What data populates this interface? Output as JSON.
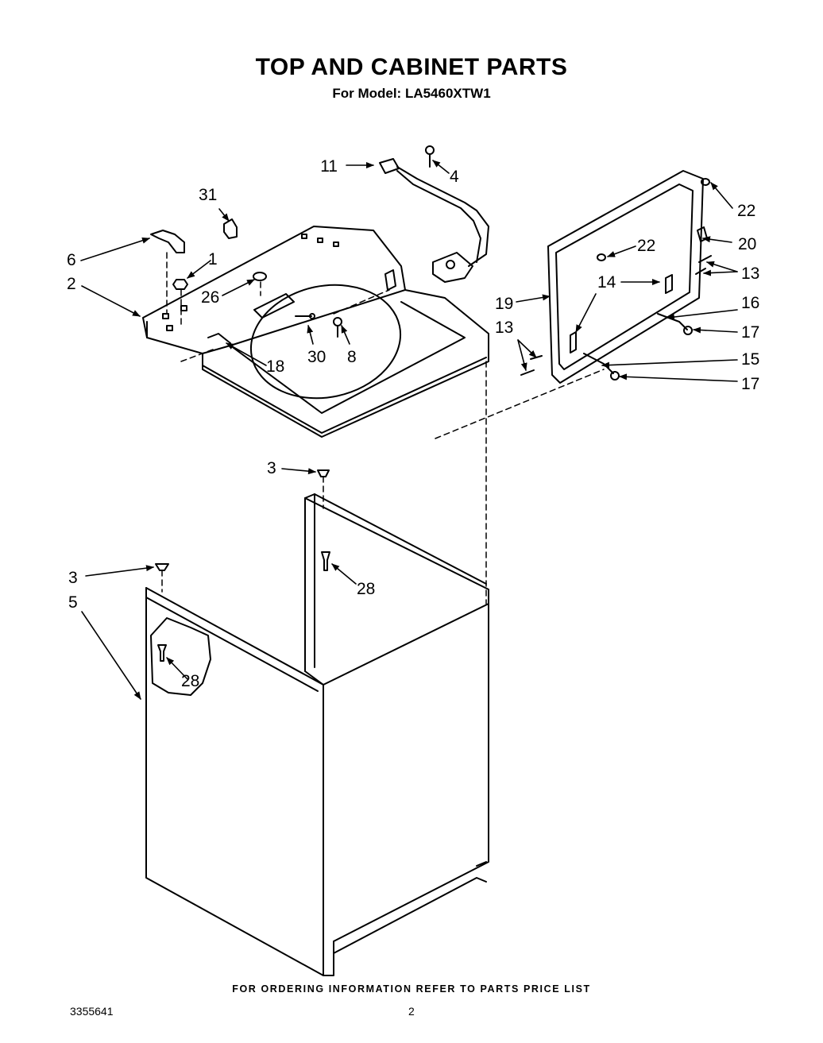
{
  "title": "TOP AND CABINET PARTS",
  "subtitle": "For Model: LA5460XTW1",
  "footer": "FOR ORDERING INFORMATION REFER TO PARTS PRICE LIST",
  "doc_number": "3355641",
  "page_number": "2",
  "callouts": [
    "11",
    "4",
    "31",
    "6",
    "1",
    "2",
    "26",
    "30",
    "8",
    "18",
    "22",
    "22",
    "20",
    "13",
    "14",
    "19",
    "16",
    "13",
    "17",
    "15",
    "17",
    "3",
    "28",
    "3",
    "5",
    "28"
  ]
}
